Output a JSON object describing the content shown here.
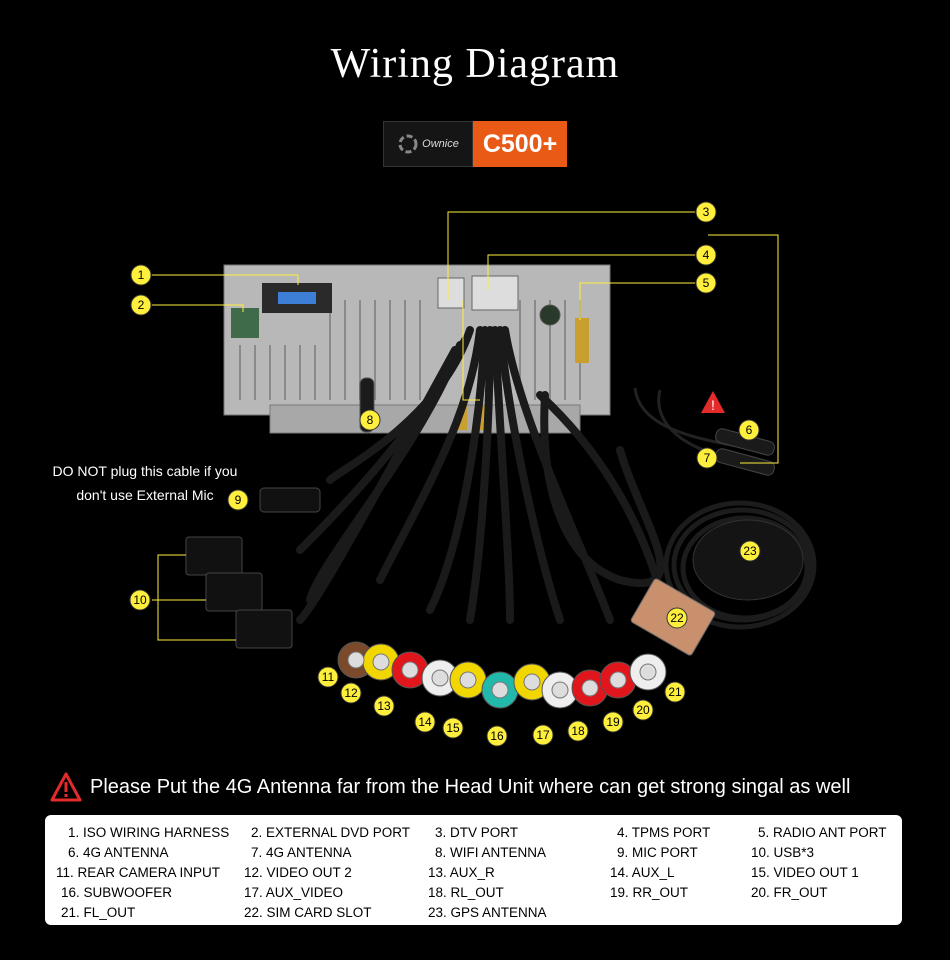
{
  "title": "Wiring Diagram",
  "logo": {
    "brand": "Ownice",
    "model": "C500+"
  },
  "mic_note": {
    "line1": "DO NOT plug this cable if you",
    "line2": "don't use External Mic"
  },
  "notice": "Please Put the 4G Antenna far from the Head Unit where can get strong singal as well",
  "colors": {
    "callout_yellow": "#ffef3d",
    "logo_orange": "#e85a16",
    "warning_red": "#e32b2b"
  },
  "legend": {
    "rows": [
      [
        "1. ISO WIRING HARNESS",
        "2. EXTERNAL DVD PORT",
        "3. DTV PORT",
        "4. TPMS PORT",
        "5. RADIO ANT PORT"
      ],
      [
        "6. 4G  ANTENNA",
        "7. 4G  ANTENNA",
        "8. WIFI  ANTENNA",
        "9. MIC PORT",
        "10. USB*3"
      ],
      [
        "11. REAR CAMERA INPUT",
        "12. VIDEO OUT 2",
        "13. AUX_R",
        "14. AUX_L",
        "15. VIDEO OUT 1"
      ],
      [
        "16. SUBWOOFER",
        "17. AUX_VIDEO",
        "18. RL_OUT",
        "19. RR_OUT",
        "20. FR_OUT"
      ],
      [
        "21. FL_OUT",
        "22. SIM CARD SLOT",
        "23. GPS ANTENNA"
      ]
    ]
  },
  "callouts": [
    "1",
    "2",
    "3",
    "4",
    "5",
    "6",
    "7",
    "8",
    "9",
    "10",
    "11",
    "12",
    "13",
    "14",
    "15",
    "16",
    "17",
    "18",
    "19",
    "20",
    "21",
    "22",
    "23"
  ]
}
